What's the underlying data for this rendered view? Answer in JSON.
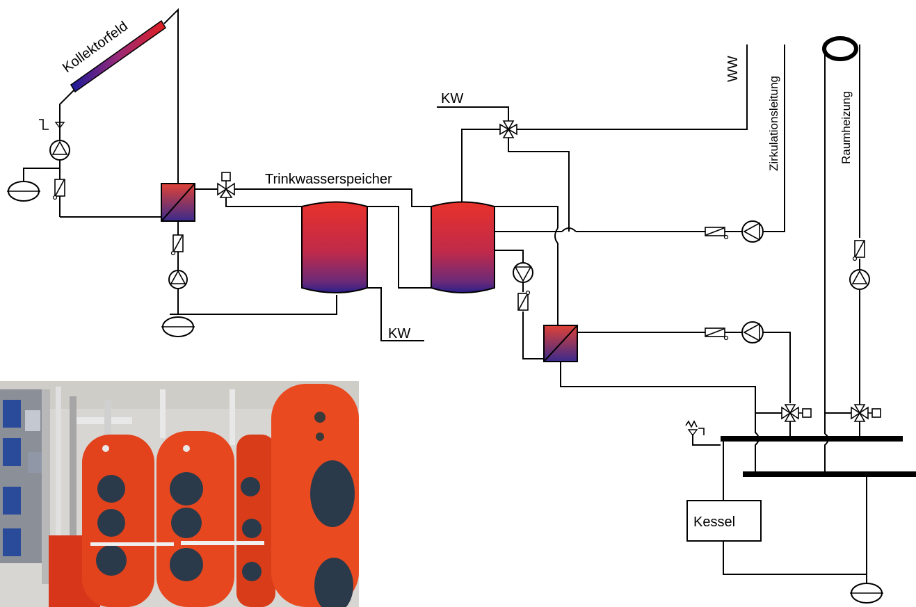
{
  "labels": {
    "kollektorfeld": "Kollektorfeld",
    "trinkwasserspeicher": "Trinkwasserspeicher",
    "kw_top": "KW",
    "kw_bottom": "KW",
    "ww": "WW",
    "zirkulation": "Zirkulationsleitung",
    "raumheizung": "Raumheizung",
    "kessel": "Kessel"
  },
  "colors": {
    "tank_top": "#e8322b",
    "tank_bottom": "#2b1f8a",
    "hx_top": "#e04236",
    "hx_bottom": "#3a2a8c",
    "photo_tank": "#e2421c"
  }
}
